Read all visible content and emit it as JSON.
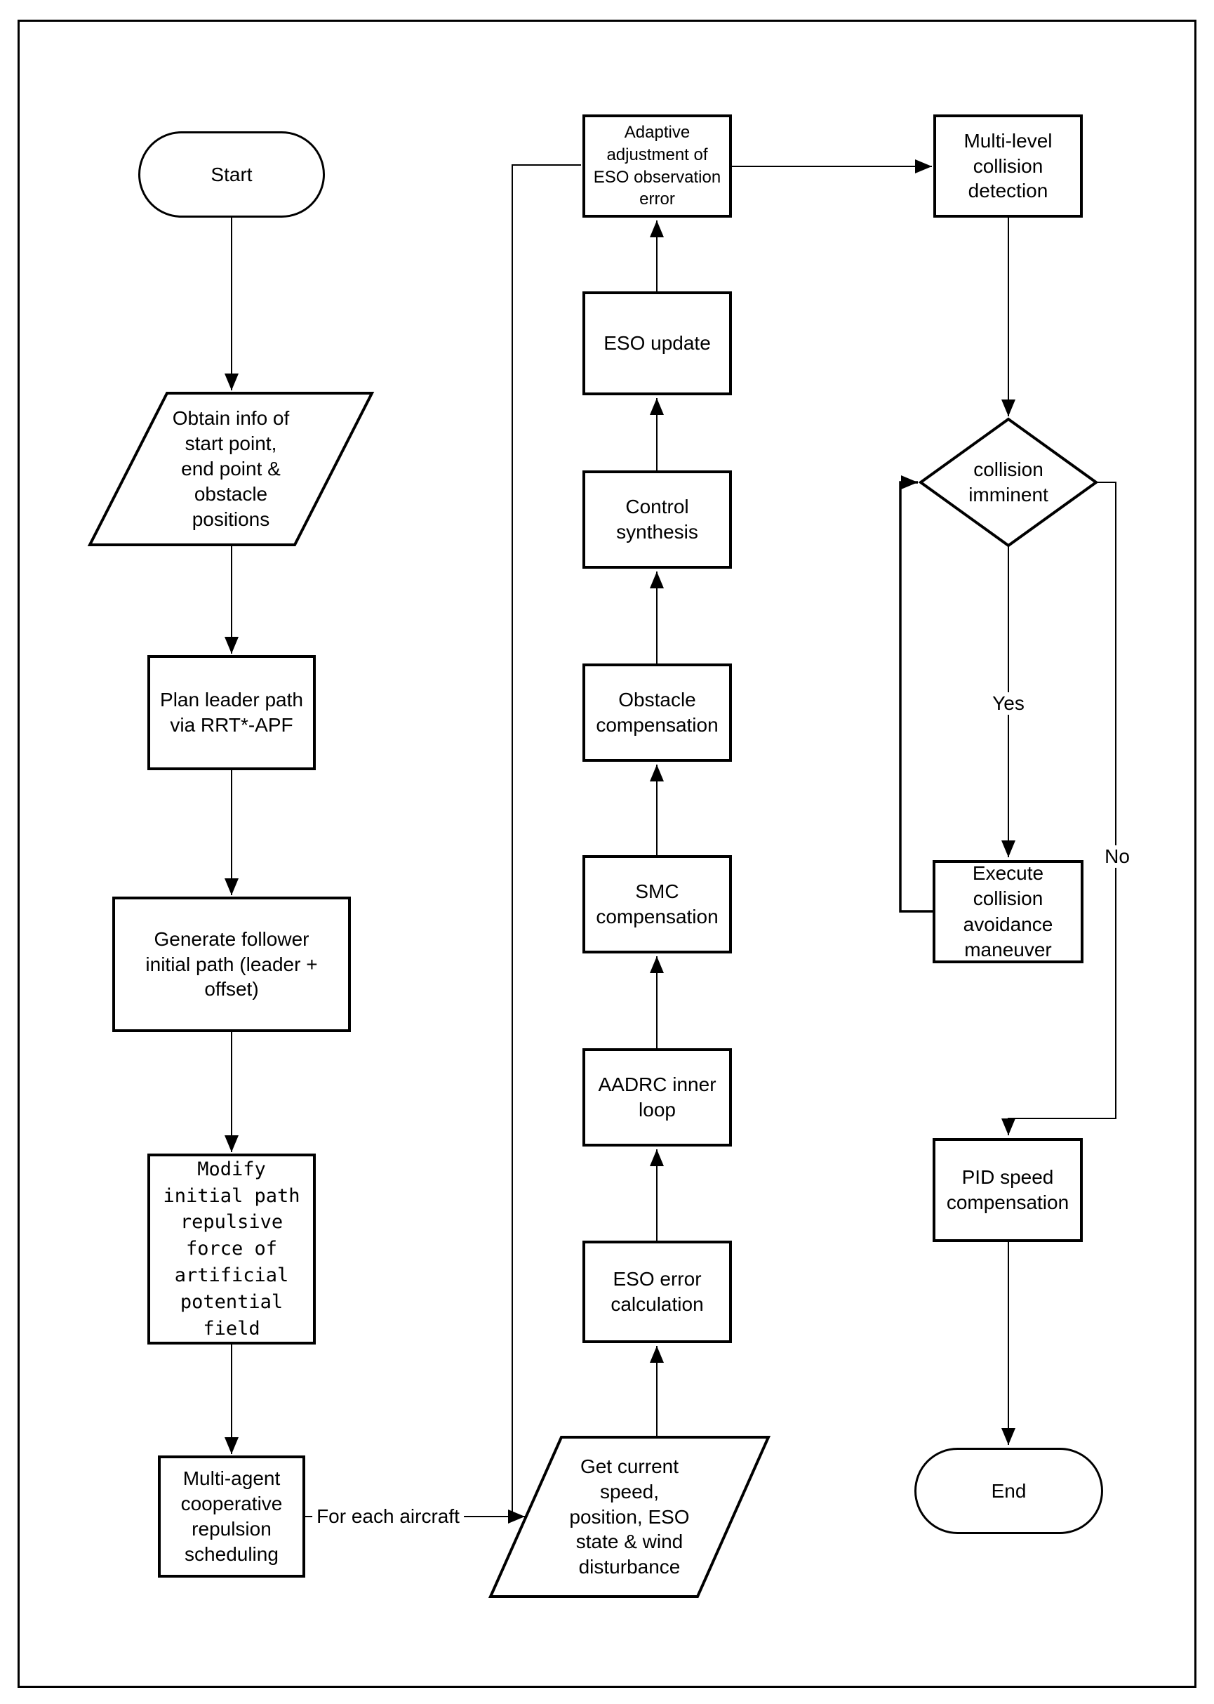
{
  "diagram": {
    "background_color": "#ffffff",
    "line_color": "#000000",
    "nodes": {
      "start": {
        "label": "Start"
      },
      "obtain_info": {
        "label": "Obtain info of\nstart point,\nend point &\nobstacle\npositions"
      },
      "plan_leader": {
        "label": "Plan leader path\nvia RRT*-APF"
      },
      "generate_follower": {
        "label": "Generate follower\ninitial path (leader +\noffset)"
      },
      "modify_path": {
        "label": "Modify\ninitial path\nrepulsive\nforce of\nartificial\npotential\nfield"
      },
      "multi_agent": {
        "label": "Multi-agent\ncooperative\nrepulsion\nscheduling"
      },
      "get_current": {
        "label": "Get current\nspeed,\nposition, ESO\nstate & wind\ndisturbance"
      },
      "eso_error": {
        "label": "ESO error\ncalculation"
      },
      "aadrc": {
        "label": "AADRC inner\nloop"
      },
      "smc": {
        "label": "SMC\ncompensation"
      },
      "obstacle": {
        "label": "Obstacle\ncompensation"
      },
      "control": {
        "label": "Control\nsynthesis"
      },
      "eso_update": {
        "label": "ESO update"
      },
      "adaptive": {
        "label": "Adaptive\nadjustment of\nESO observation\nerror"
      },
      "multi_level": {
        "label": "Multi-level\ncollision\ndetection"
      },
      "collision_imminent": {
        "label": "collision\nimminent"
      },
      "execute": {
        "label": "Execute\ncollision\navoidance\nmaneuver"
      },
      "pid": {
        "label": "PID speed\ncompensation"
      },
      "end": {
        "label": "End"
      }
    },
    "edge_labels": {
      "for_each_aircraft": "For each aircraft",
      "yes": "Yes",
      "no": "No"
    }
  }
}
